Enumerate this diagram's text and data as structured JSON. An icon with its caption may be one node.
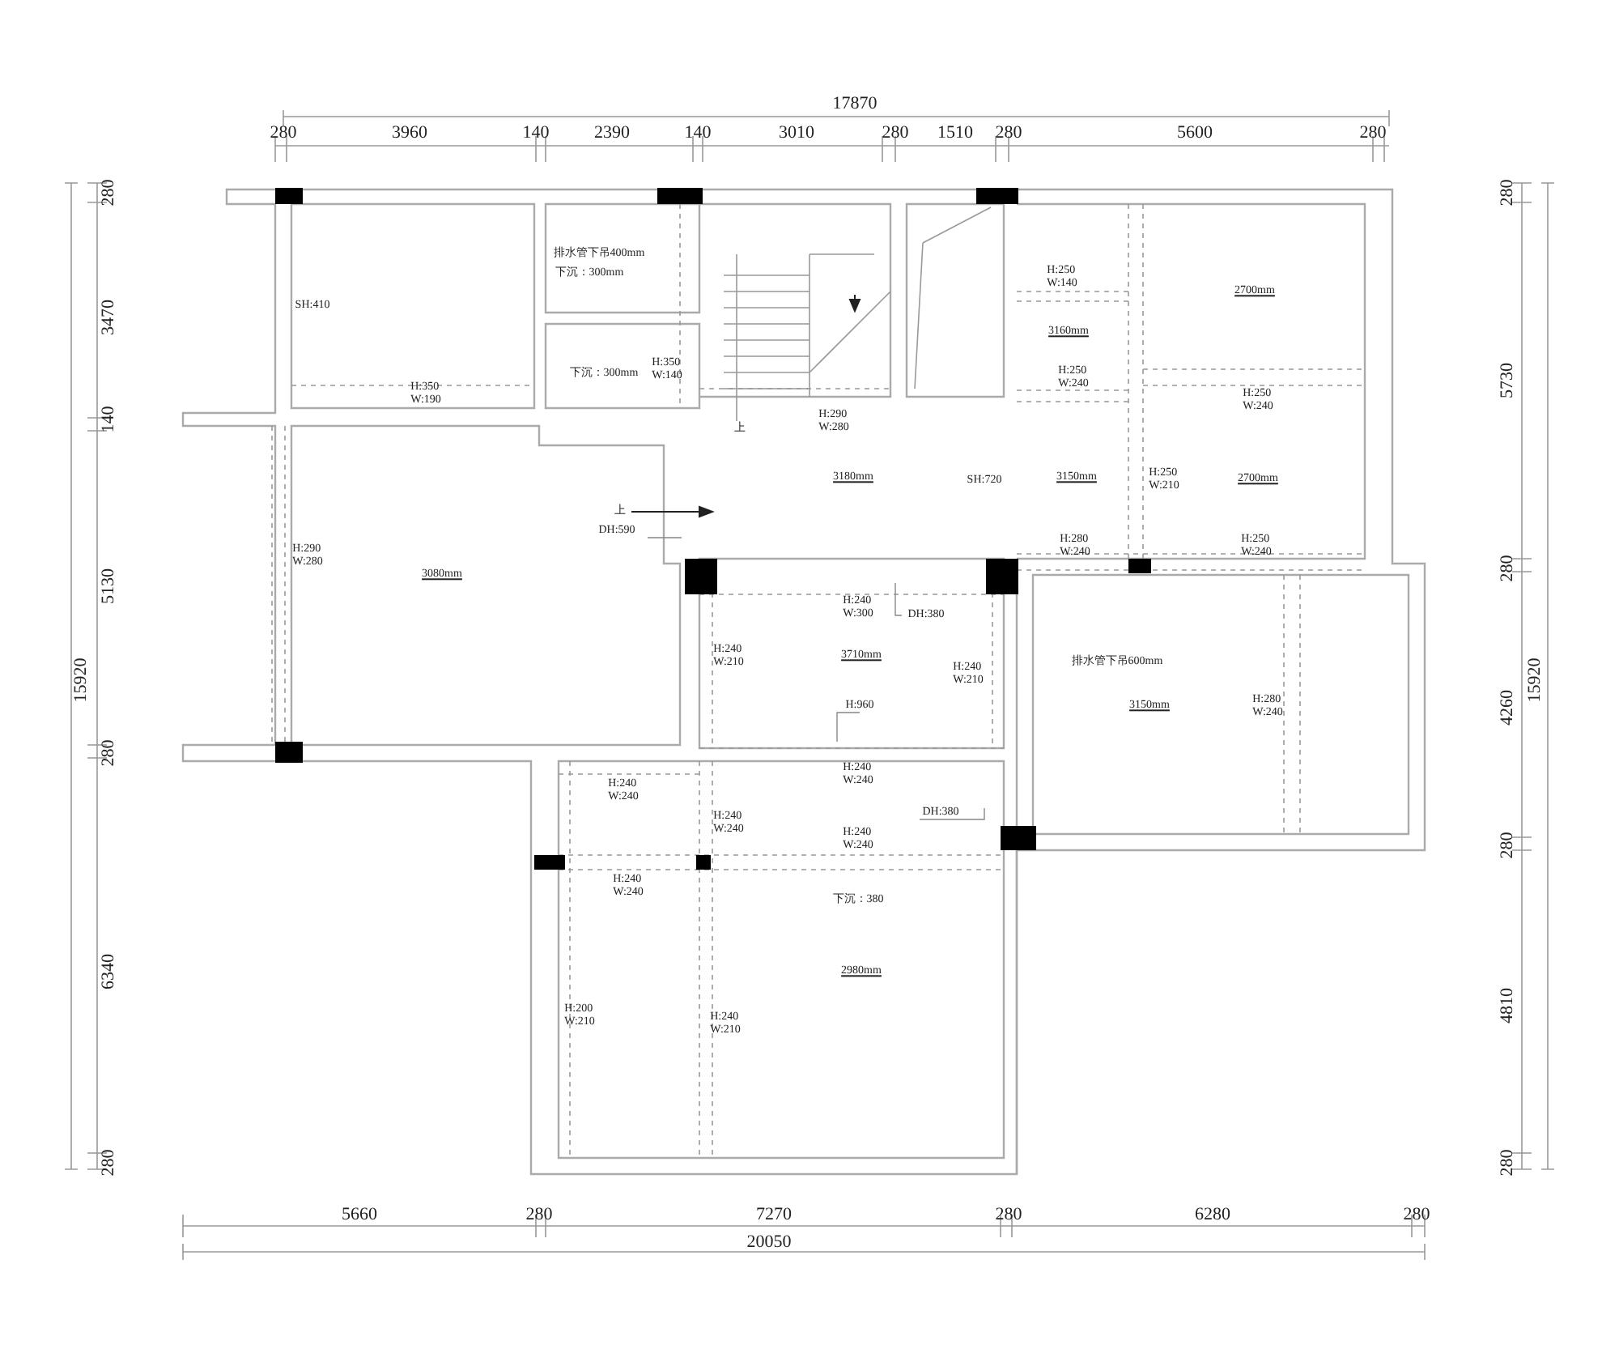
{
  "diagram": {
    "nodes": [
      {
        "text": [
          "DH:590"
        ]
      },
      {
        "text": [
          "DH:380"
        ]
      },
      {
        "text": [
          "H:960"
        ]
      },
      {
        "text": [
          "DH:380"
        ]
      }
    ],
    "edges": [
      {
        "from": 0,
        "to": null,
        "arrow": "none"
      },
      {
        "from": 1,
        "to": null,
        "arrow": "none"
      },
      {
        "from": 2,
        "to": null,
        "arrow": "none"
      },
      {
        "from": 3,
        "to": null,
        "arrow": "none"
      }
    ],
    "labels": [
      "17870",
      "280",
      "3960",
      "140",
      "2390",
      "140",
      "3010",
      "280",
      "1510",
      "280",
      "5600",
      "280",
      "280",
      "3470",
      "140",
      "5130",
      "280",
      "6340",
      "280",
      "15920",
      "280",
      "5730",
      "280",
      "4260",
      "280",
      "4810",
      "280",
      "15920",
      "排水管下吊400mm",
      "下沉：300mm",
      "SH:410",
      "H:250 W:140",
      "2700mm",
      "3160mm",
      "下沉：300mm",
      "H:350 W:140",
      "H:250 W:240",
      "H:350 W:190",
      "H:250 W:240",
      "H:290 W:280",
      "上",
      "3180mm",
      "SH:720",
      "3150mm",
      "H:250 W:210",
      "2700mm",
      "上",
      "H:280 W:240",
      "H:250 W:240",
      "H:290 W:280",
      "3080mm",
      "H:240 W:300",
      "H:240 W:210",
      "3710mm",
      "排水管下吊600mm",
      "H:240 W:210",
      "3150mm",
      "H:280 W:240",
      "H:240 W:240",
      "H:240 W:240",
      "H:240 W:240",
      "H:240 W:240",
      "H:240 W:240",
      "下沉：380",
      "2980mm",
      "H:200 W:210",
      "H:240 W:210",
      "5660",
      "280",
      "7270",
      "280",
      "6280",
      "280",
      "20050"
    ]
  }
}
